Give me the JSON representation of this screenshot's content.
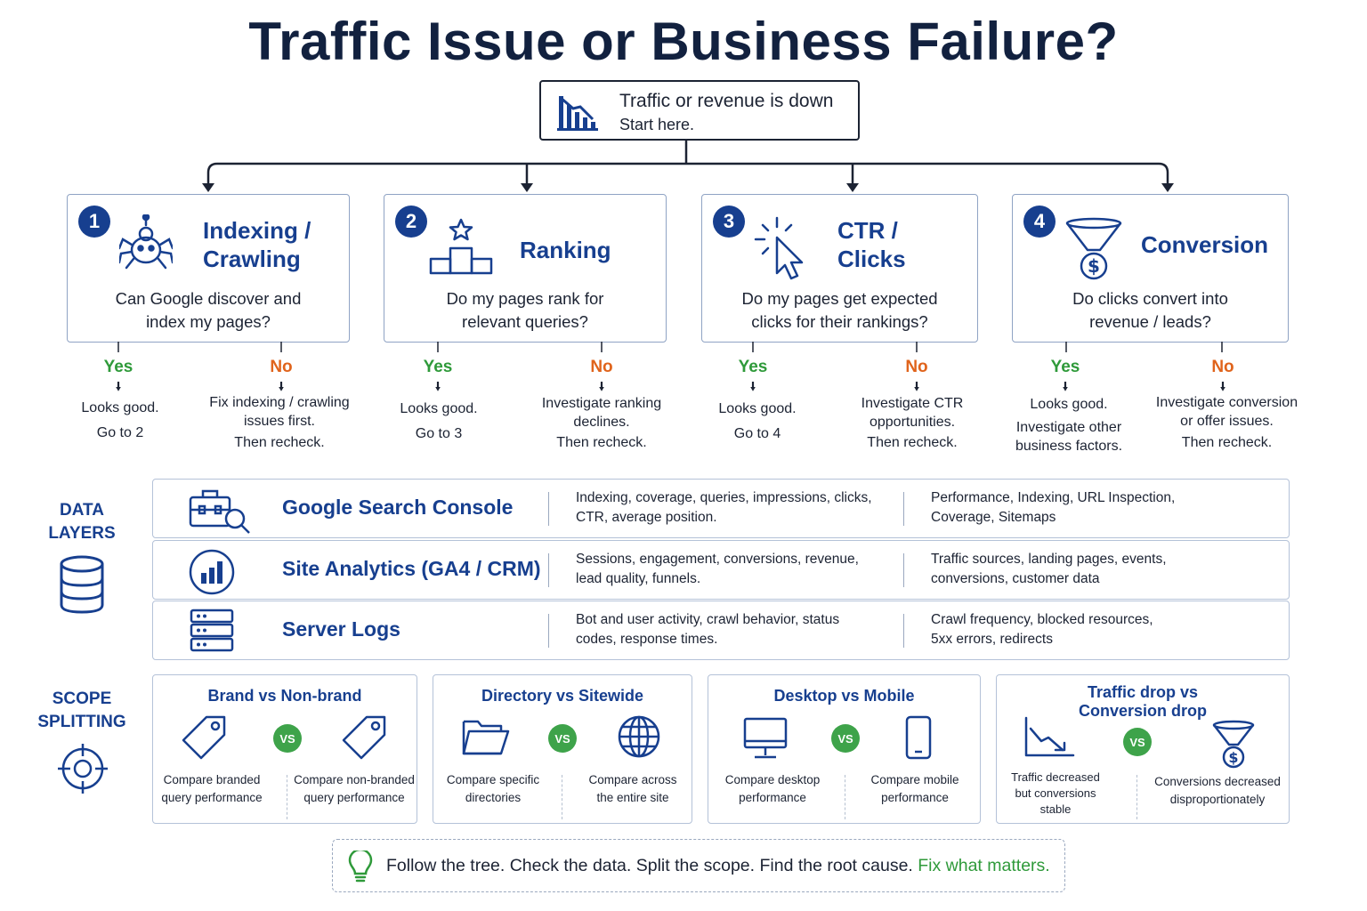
{
  "title": "Traffic Issue or Business Failure?",
  "start": {
    "line1": "Traffic or revenue is down",
    "line2": "Start here."
  },
  "steps": [
    {
      "number": "1",
      "heading": "Indexing /\nCrawling",
      "question": "Can Google discover and\nindex my pages?",
      "yes_label": "Yes",
      "yes_text": "Looks good.",
      "yes_next": "Go to 2",
      "no_label": "No",
      "no_text": "Fix indexing / crawling\nissues first.",
      "no_next": "Then recheck.",
      "icon": "spider-icon"
    },
    {
      "number": "2",
      "heading": "Ranking",
      "question": "Do my pages rank for\nrelevant queries?",
      "yes_label": "Yes",
      "yes_text": "Looks good.",
      "yes_next": "Go to 3",
      "no_label": "No",
      "no_text": "Investigate ranking\ndeclines.",
      "no_next": "Then recheck.",
      "icon": "podium-star-icon"
    },
    {
      "number": "3",
      "heading": "CTR /\nClicks",
      "question": "Do my pages get expected\nclicks for their rankings?",
      "yes_label": "Yes",
      "yes_text": "Looks good.",
      "yes_next": "Go to 4",
      "no_label": "No",
      "no_text": "Investigate CTR\nopportunities.",
      "no_next": "Then recheck.",
      "icon": "cursor-click-icon"
    },
    {
      "number": "4",
      "heading": "Conversion",
      "question": "Do clicks convert into\nrevenue / leads?",
      "yes_label": "Yes",
      "yes_text": "Looks good.",
      "yes_next": "Investigate other\nbusiness factors.",
      "no_label": "No",
      "no_text": "Investigate conversion\nor offer issues.",
      "no_next": "Then recheck.",
      "icon": "funnel-dollar-icon"
    }
  ],
  "data_layers": {
    "label": "DATA\nLAYERS",
    "rows": [
      {
        "name": "Google Search Console",
        "desc1": "Indexing, coverage, queries, impressions, clicks,\nCTR, average position.",
        "desc2": "Performance, Indexing, URL Inspection,\nCoverage, Sitemaps",
        "icon": "search-console-icon"
      },
      {
        "name": "Site Analytics (GA4 / CRM)",
        "desc1": "Sessions, engagement, conversions, revenue,\nlead quality, funnels.",
        "desc2": "Traffic sources, landing pages, events,\nconversions, customer data",
        "icon": "analytics-icon"
      },
      {
        "name": "Server Logs",
        "desc1": "Bot and user activity, crawl behavior, status\ncodes, response times.",
        "desc2": "Crawl frequency, blocked resources,\n5xx errors, redirects",
        "icon": "server-icon"
      }
    ]
  },
  "scope_splitting": {
    "label": "SCOPE\nSPLITTING",
    "vs_label": "VS",
    "boxes": [
      {
        "title": "Brand vs Non-brand",
        "left": "Compare branded\nquery performance",
        "right": "Compare non-branded\nquery performance"
      },
      {
        "title": "Directory vs Sitewide",
        "left": "Compare specific\ndirectories",
        "right": "Compare across\nthe entire site"
      },
      {
        "title": "Desktop vs Mobile",
        "left": "Compare desktop\nperformance",
        "right": "Compare mobile\nperformance"
      },
      {
        "title": "Traffic drop vs\nConversion drop",
        "left": "Traffic decreased\nbut conversions\nstable",
        "right": "Conversions decreased\ndisproportionately"
      }
    ]
  },
  "footer": {
    "text": "Follow the tree. Check the data. Split the scope. Find the root cause.",
    "highlight": "Fix what matters."
  },
  "colors": {
    "navy": "#173f8f",
    "title": "#12213f",
    "yes": "#2f9a3a",
    "no": "#e0641c",
    "vs": "#3ea34a"
  }
}
